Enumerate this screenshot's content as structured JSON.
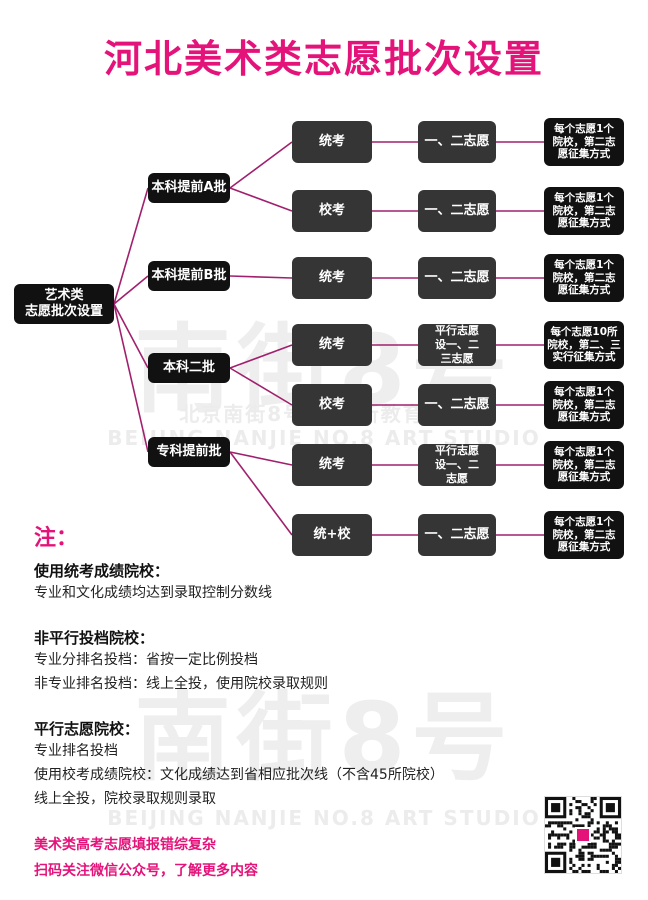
{
  "title": "河北美术类志愿批次设置",
  "watermark": {
    "big": "南街8号",
    "cn": "北京南街8号画室·新教育品牌",
    "en": "BEIJING NANJIE NO.8 ART STUDIO"
  },
  "tree": {
    "root": "艺术类\n志愿批次设置",
    "batches": [
      {
        "label": "本科提前A批",
        "exams": [
          {
            "label": "统考",
            "choice": "一、二志愿",
            "rule": "每个志愿1个\n院校，第二志\n愿征集方式"
          },
          {
            "label": "校考",
            "choice": "一、二志愿",
            "rule": "每个志愿1个\n院校，第二志\n愿征集方式"
          }
        ]
      },
      {
        "label": "本科提前B批",
        "exams": [
          {
            "label": "统考",
            "choice": "一、二志愿",
            "rule": "每个志愿1个\n院校，第二志\n愿征集方式"
          }
        ]
      },
      {
        "label": "本科二批",
        "exams": [
          {
            "label": "统考",
            "choice": "平行志愿\n设一、二\n三志愿",
            "rule": "每个志愿10所\n院校，第二、三\n实行征集方式"
          },
          {
            "label": "校考",
            "choice": "一、二志愿",
            "rule": "每个志愿1个\n院校，第二志\n愿征集方式"
          }
        ]
      },
      {
        "label": "专科提前批",
        "exams": [
          {
            "label": "统考",
            "choice": "平行志愿\n设一、二\n志愿",
            "rule": "每个志愿1个\n院校，第二志\n愿征集方式"
          },
          {
            "label": "统+校",
            "choice": "一、二志愿",
            "rule": "每个志愿1个\n院校，第二志\n愿征集方式"
          }
        ]
      }
    ]
  },
  "notes": {
    "heading": "注：",
    "s1_title": "使用统考成绩院校：",
    "s1_l1": "专业和文化成绩均达到录取控制分数线",
    "s2_title": "非平行投档院校：",
    "s2_l1": "专业分排名投档：省按一定比例投档",
    "s2_l2": "非专业排名投档：线上全投，使用院校录取规则",
    "s3_title": "平行志愿院校：",
    "s3_l1": "专业排名投档",
    "s3_l2": "使用校考成绩院校：文化成绩达到省相应批次线（不含45所院校）",
    "s3_l3": "线上全投，院校录取规则录取"
  },
  "footer": {
    "line1": "美术类高考志愿填报错综复杂",
    "line2": "扫码关注微信公众号，了解更多内容"
  },
  "colors": {
    "accent": "#e4137a",
    "line": "#a0206e",
    "box_dark": "#111111",
    "box_mid": "#353535"
  },
  "icons": {
    "qr": "qr-code-icon"
  }
}
